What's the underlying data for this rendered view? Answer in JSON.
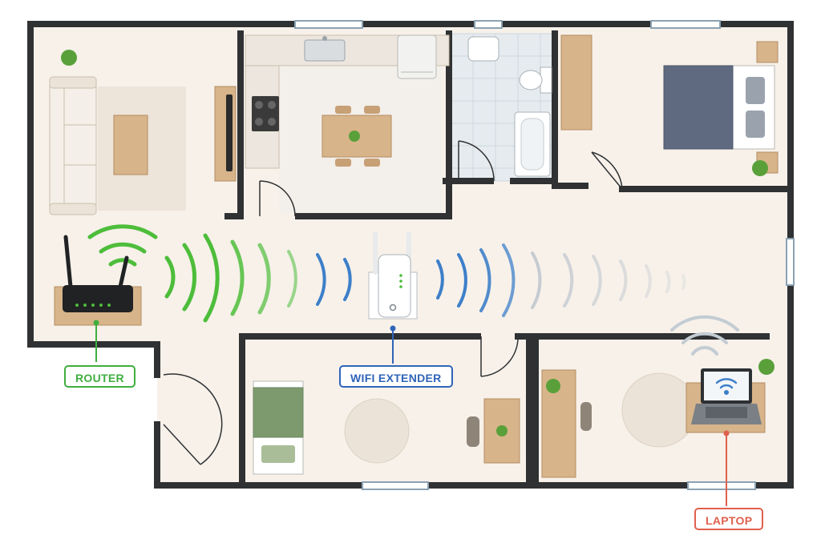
{
  "title": "",
  "labels": {
    "router": "ROUTER",
    "extender": "WIFI EXTENDER",
    "laptop": "LAPTOP"
  },
  "colors": {
    "router": "#3fae3f",
    "extender": "#2f64b8",
    "laptop": "#e0604d",
    "wall": "#2f3133",
    "floor": "#f7f1ea",
    "tile": "#e6ebef",
    "wood": "#d7b48a",
    "signal_green": "#4dbd3a",
    "signal_blue": "#3d7fc9",
    "signal_grey": "#b9c2ca"
  },
  "icons": [
    "router-icon",
    "wifi-extender-icon",
    "laptop-icon",
    "wifi-icon",
    "plant-icon",
    "sofa-icon",
    "bed-icon",
    "tv-icon",
    "stove-icon",
    "sink-icon",
    "toilet-icon",
    "bathtub-icon",
    "desk-icon",
    "chair-icon",
    "fridge-icon"
  ]
}
